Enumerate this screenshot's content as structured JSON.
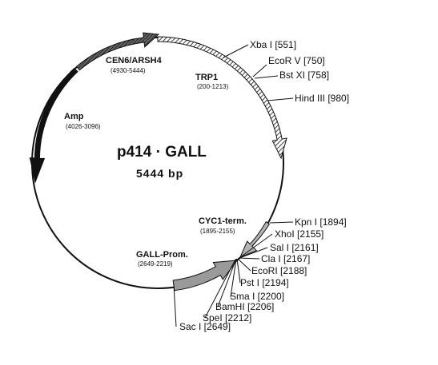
{
  "plasmid": {
    "name": "p414 · GALL",
    "size": "5444 bp"
  },
  "features": [
    {
      "id": "cen",
      "label": "CEN6/ARSH4",
      "range": "(4930-5444)",
      "style": "hatched-dark"
    },
    {
      "id": "trp",
      "label": "TRP1",
      "range": "(200-1213)",
      "style": "hatched"
    },
    {
      "id": "amp",
      "label": "Amp",
      "range": "(4026-3096)",
      "style": "solid"
    },
    {
      "id": "cyc",
      "label": "CYC1-term.",
      "range": "(1895-2155)",
      "style": "gray"
    },
    {
      "id": "gall",
      "label": "GALL-Prom.",
      "range": "(2649-2219)",
      "style": "gray"
    }
  ],
  "sites": [
    {
      "id": "xba",
      "label": "Xba I [551]"
    },
    {
      "id": "ecorv",
      "label": "EcoR V [750]"
    },
    {
      "id": "bstxi",
      "label": "Bst XI [758]"
    },
    {
      "id": "hind",
      "label": "Hind III [980]"
    },
    {
      "id": "kpn",
      "label": "Kpn  I [1894]"
    },
    {
      "id": "xho",
      "label": "XhoI  [2155]"
    },
    {
      "id": "sal",
      "label": "Sal I [2161]"
    },
    {
      "id": "cla",
      "label": "Cla I [2167]"
    },
    {
      "id": "ecori",
      "label": "EcoRI [2188]"
    },
    {
      "id": "pst",
      "label": "Pst I [2194]"
    },
    {
      "id": "sma",
      "label": "Sma I [2200]"
    },
    {
      "id": "bam",
      "label": "BamHI [2206]"
    },
    {
      "id": "spe",
      "label": "SpeI [2212]"
    },
    {
      "id": "sac",
      "label": "Sac I [2649]"
    }
  ]
}
